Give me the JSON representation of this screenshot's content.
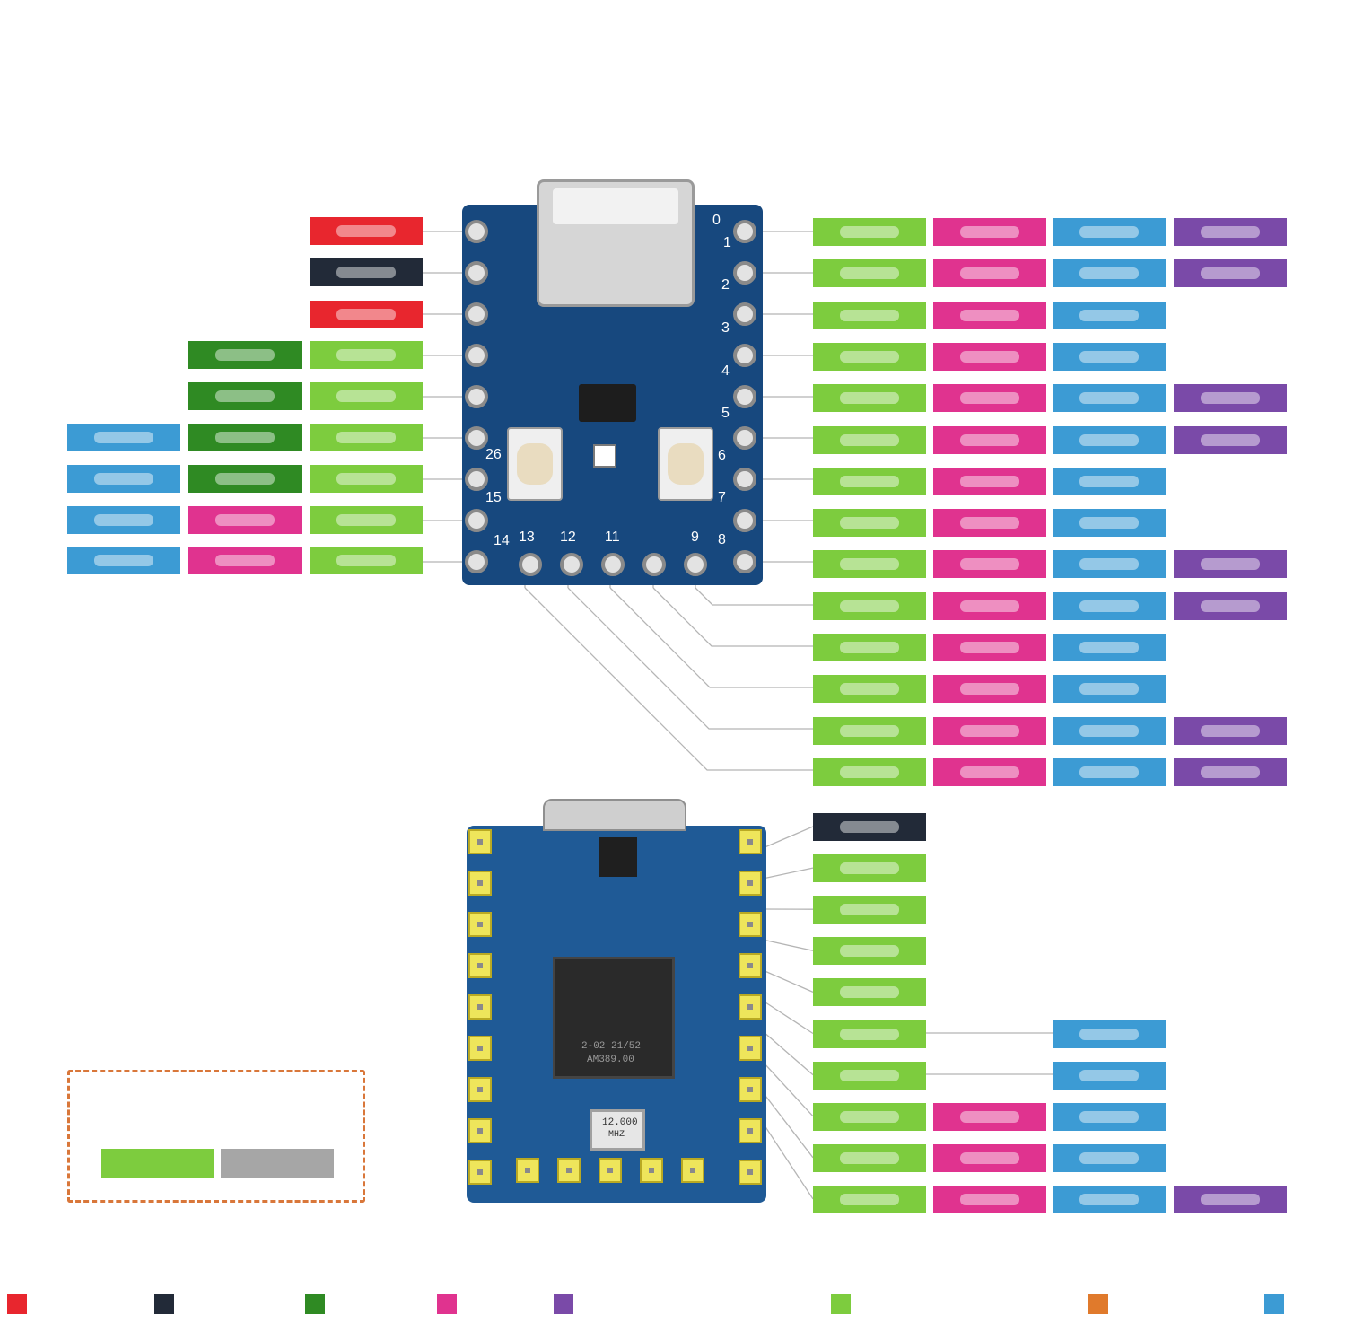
{
  "colors": {
    "red": "#e8262e",
    "black": "#222a38",
    "darkgreen": "#2f8a23",
    "green": "#7dcc3e",
    "magenta": "#e0338f",
    "purple": "#7a4aa8",
    "blue": "#3c9bd4",
    "gray": "#a6a6a6",
    "orange": "#e07a2c",
    "board": "#17487e"
  },
  "top_board": {
    "left_pin_numbers": [
      "26",
      "15"
    ],
    "right_pin_numbers": [
      "0",
      "1",
      "2",
      "3",
      "4",
      "5",
      "6",
      "7",
      "8"
    ],
    "bottom_pin_numbers": [
      "14",
      "13",
      "12",
      "11",
      "9"
    ]
  },
  "crystal": {
    "line1": "12.000",
    "line2": "MHZ"
  },
  "chip": {
    "line1": "2-02  21/52",
    "line2": "AM389.00"
  },
  "legend": {
    "swatches": [
      "red",
      "black",
      "darkgreen",
      "magenta",
      "purple",
      "green",
      "orange",
      "blue"
    ]
  }
}
